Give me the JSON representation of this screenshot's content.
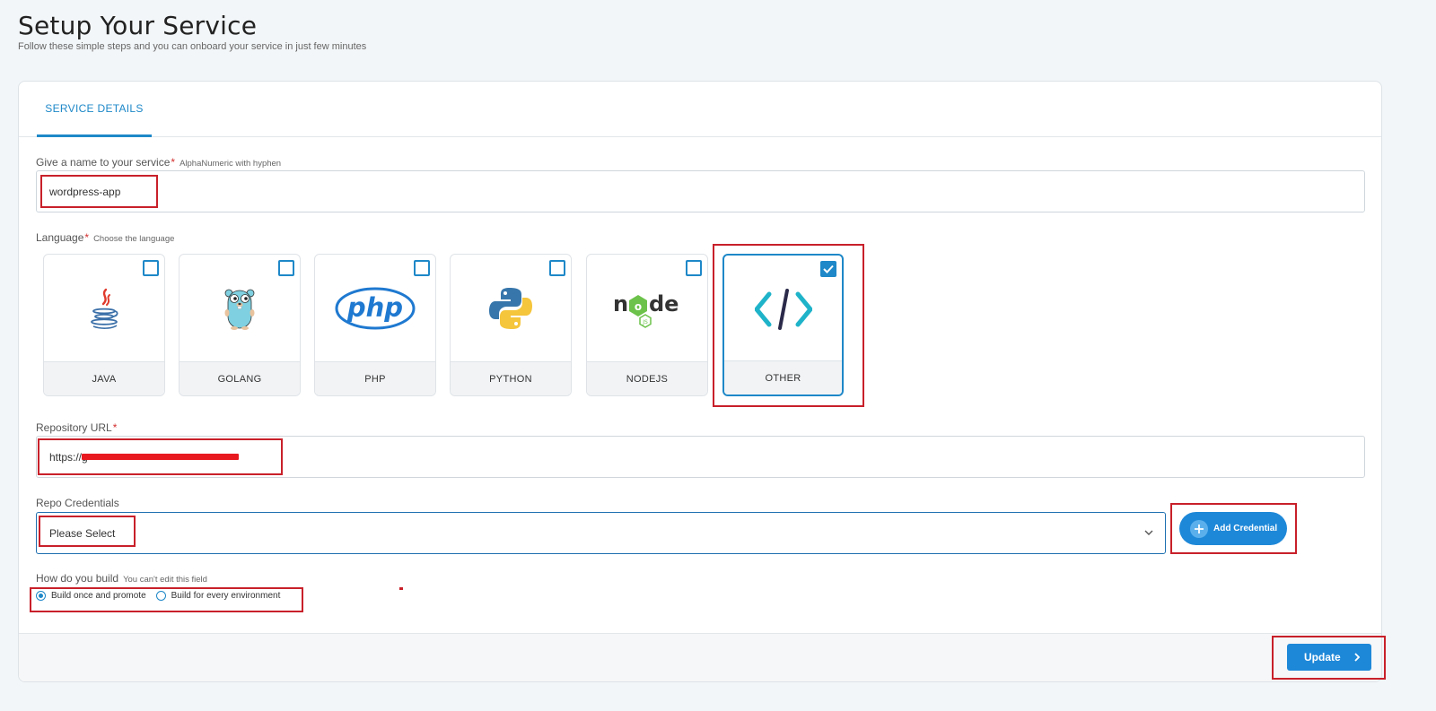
{
  "header": {
    "title": "Setup Your Service",
    "subtitle": "Follow these simple steps and you can onboard your service in just few minutes"
  },
  "tabs": [
    {
      "label": "SERVICE DETAILS",
      "active": true
    }
  ],
  "service_name": {
    "label": "Give a name to your service",
    "required": "*",
    "hint": "AlphaNumeric with hyphen",
    "value": "wordpress-app"
  },
  "language": {
    "label": "Language",
    "required": "*",
    "hint": "Choose the language",
    "options": [
      {
        "label": "JAVA",
        "icon": "java-icon",
        "selected": false
      },
      {
        "label": "GOLANG",
        "icon": "golang-gopher-icon",
        "selected": false
      },
      {
        "label": "PHP",
        "icon": "php-icon",
        "selected": false
      },
      {
        "label": "PYTHON",
        "icon": "python-icon",
        "selected": false
      },
      {
        "label": "NODEJS",
        "icon": "nodejs-icon",
        "selected": false
      },
      {
        "label": "OTHER",
        "icon": "code-brackets-icon",
        "selected": true
      }
    ]
  },
  "repository": {
    "label": "Repository URL",
    "required": "*",
    "value": "https://g"
  },
  "repo_credentials": {
    "label": "Repo Credentials",
    "selected": "Please Select",
    "add_button": "Add Credential"
  },
  "build": {
    "label": "How do you build",
    "hint": "You can't edit this field",
    "options": [
      {
        "label": "Build once and promote",
        "checked": true
      },
      {
        "label": "Build for every environment",
        "checked": false
      }
    ]
  },
  "footer": {
    "update_label": "Update"
  },
  "colors": {
    "accent": "#1e88c8",
    "button": "#1e88d8",
    "annotation_red": "#c8202a"
  }
}
